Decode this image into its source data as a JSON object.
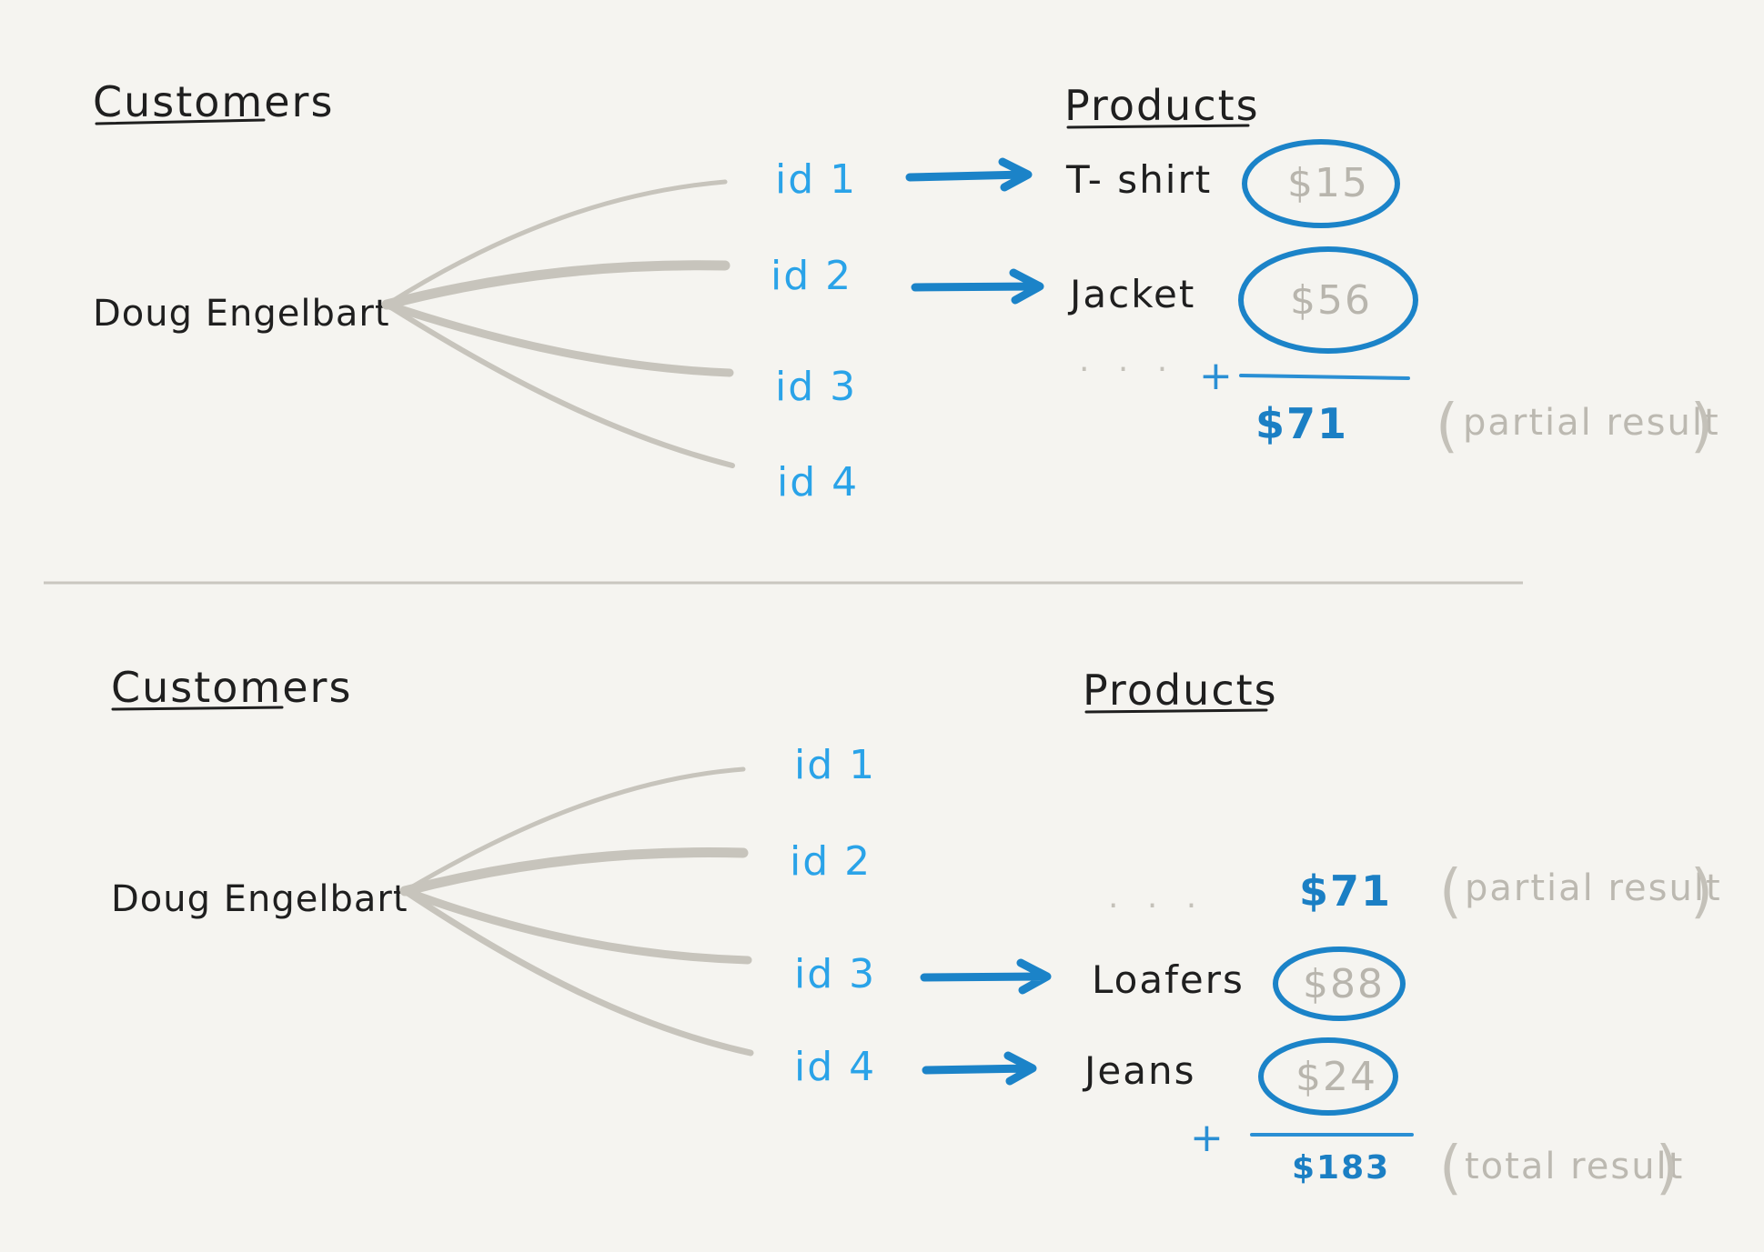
{
  "panels": [
    {
      "customers_title": "Customers",
      "products_title": "Products",
      "customer": "Doug Engelbart",
      "ids": [
        "id 1",
        "id 2",
        "id 3",
        "id 4"
      ],
      "products": [
        {
          "name": "T- shirt",
          "price": "$15"
        },
        {
          "name": "Jacket",
          "price": "$56"
        }
      ],
      "ellipsis": ". . .",
      "plus": "+",
      "sum": "$71",
      "sum_note": "partial result"
    },
    {
      "customers_title": "Customers",
      "products_title": "Products",
      "customer": "Doug Engelbart",
      "ids": [
        "id 1",
        "id 2",
        "id 3",
        "id 4"
      ],
      "ellipsis": ". . .",
      "carry": "$71",
      "carry_note": "partial result",
      "products": [
        {
          "name": "Loafers",
          "price": "$88"
        },
        {
          "name": "Jeans",
          "price": "$24"
        }
      ],
      "plus": "+",
      "sum": "$183",
      "sum_note": "total result"
    }
  ],
  "colors": {
    "background": "#f5f4f0",
    "id_blue": "#2aa3e8",
    "arrow_blue": "#1b83c8",
    "curve_gray": "#c7c4bc",
    "muted_gray": "#bcb9b1"
  }
}
